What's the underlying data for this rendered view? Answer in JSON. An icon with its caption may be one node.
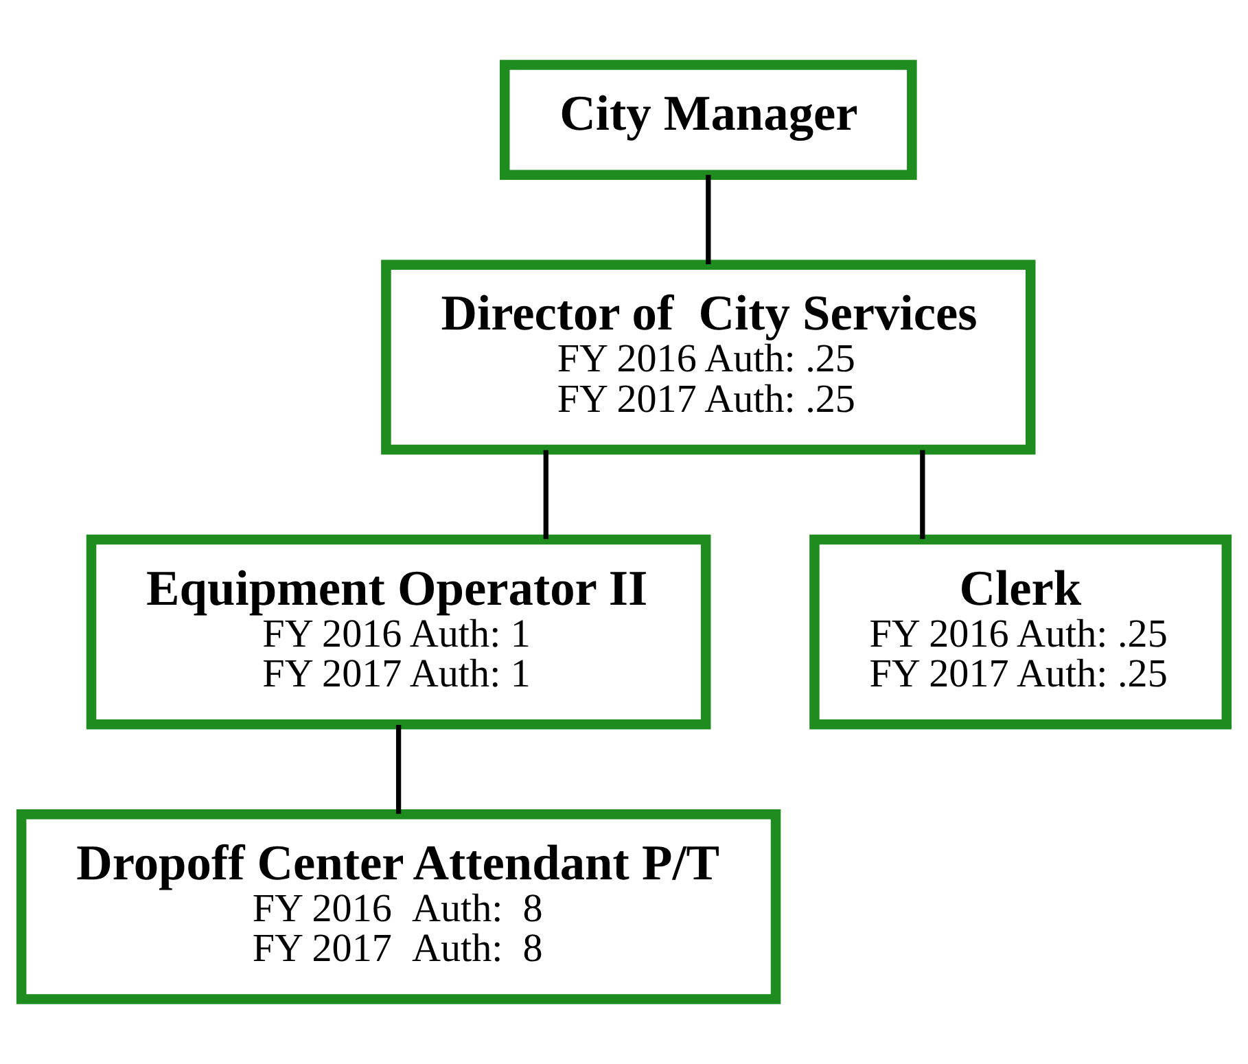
{
  "diagram": {
    "nodes": [
      {
        "text": [
          "City Manager"
        ]
      },
      {
        "text": [
          "Director of  City Services",
          "FY 2016 Auth: .25",
          "FY 2017 Auth: .25"
        ]
      },
      {
        "text": [
          "Equipment Operator II",
          "FY 2016 Auth: 1",
          "FY 2017 Auth: 1"
        ]
      },
      {
        "text": [
          "Clerk",
          "FY 2016 Auth: .25",
          "FY 2017 Auth: .25"
        ]
      },
      {
        "text": [
          "Dropoff Center Attendant P/T",
          "FY 2016  Auth:  8",
          "FY 2017  Auth:  8"
        ]
      }
    ],
    "edges": [
      {
        "from": 0,
        "to": 1,
        "arrow": "none"
      },
      {
        "from": 1,
        "to": 2,
        "arrow": "none"
      },
      {
        "from": 1,
        "to": 3,
        "arrow": "none"
      },
      {
        "from": 2,
        "to": 4,
        "arrow": "none"
      }
    ]
  }
}
